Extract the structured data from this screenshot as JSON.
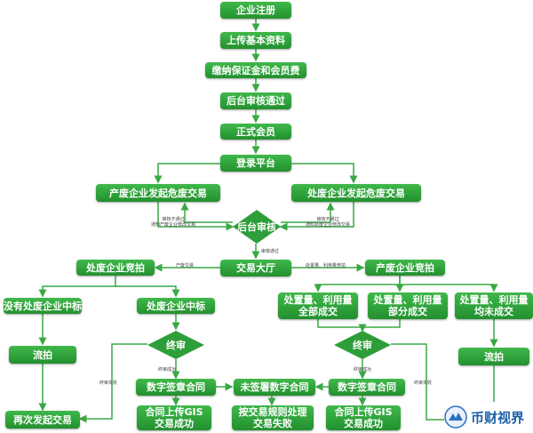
{
  "colors": {
    "node": "#2e9e3a",
    "line": "#3aa845",
    "text": "#ffffff"
  },
  "nodes": {
    "register": "企业注册",
    "upload": "上传基本资料",
    "deposit": "缴纳保证金和会员费",
    "review_pass": "后台审核通过",
    "member": "正式会员",
    "login": "登录平台",
    "producer_launch": "产废企业发起危废交易",
    "disposer_launch": "处废企业发起危废交易",
    "review": "后台审核",
    "hall": "交易大厅",
    "disposer_bid": "处废企业竞拍",
    "producer_bid": "产废企业竞拍",
    "no_winner": "没有处废企业中标",
    "winner": "处废企业中标",
    "all_deal": "处置量、利用量\n全部成交",
    "part_deal": "处置量、利用量\n部分成交",
    "none_deal": "处置量、利用量\n均未成交",
    "fail_left": "流拍",
    "final_left": "终审",
    "final_right": "终审",
    "fail_right": "流拍",
    "sign_left": "数字签章合同",
    "unsigned": "未签署数字合同",
    "sign_right": "数字签章合同",
    "restart": "再次发起交易",
    "gis_left": "合同上传GIS\n交易成功",
    "rule_fail": "按交易规则处理\n交易失败",
    "gis_right": "合同上传GIS\n交易成功"
  },
  "labels": {
    "reject_left": "审核不通过\n通知产废企业修改交易",
    "reject_right": "审核不通过\n通知处废企业修改交易",
    "approved": "审核通过",
    "producer_trade": "产废交易",
    "disposer_trade": "处置量、利用量竞拍",
    "final_fail_left": "终审失败",
    "final_ok_left": "终审成功",
    "final_ok_right": "终审成功",
    "final_fail_right": "终审失败"
  },
  "logo": {
    "text": "币财视界"
  }
}
